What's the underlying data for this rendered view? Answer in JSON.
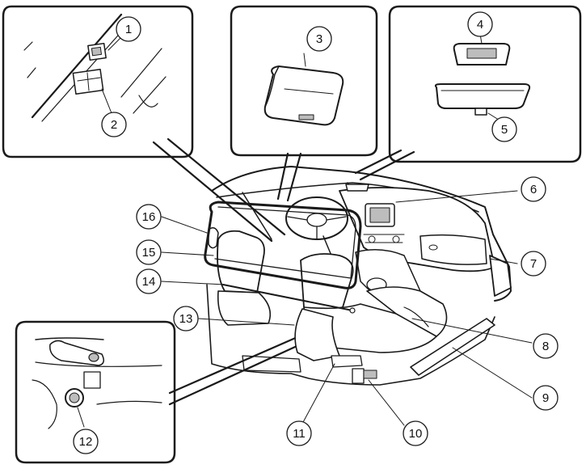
{
  "colors": {
    "ink": "#1a1a1a",
    "paper": "#ffffff",
    "shade": "#bdbdbd"
  },
  "callouts": {
    "c1": "1",
    "c2": "2",
    "c3": "3",
    "c4": "4",
    "c5": "5",
    "c6": "6",
    "c7": "7",
    "c8": "8",
    "c9": "9",
    "c10": "10",
    "c11": "11",
    "c12": "12",
    "c13": "13",
    "c14": "14",
    "c15": "15",
    "c16": "16"
  }
}
